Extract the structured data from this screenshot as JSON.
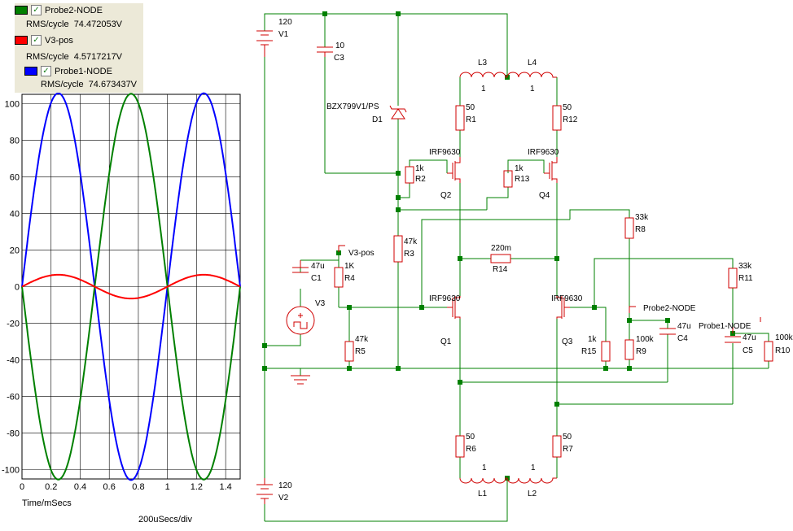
{
  "legend": {
    "entries": [
      {
        "name": "Probe2-NODE",
        "checked": true,
        "color": "#008000",
        "rms_label": "RMS/cycle",
        "rms_value": "74.472053V"
      },
      {
        "name": "V3-pos",
        "checked": true,
        "color": "#ff0000",
        "rms_label": "RMS/cycle",
        "rms_value": "4.5717217V"
      },
      {
        "name": "Probe1-NODE",
        "checked": true,
        "color": "#0000ff",
        "rms_label": "RMS/cycle",
        "rms_value": "74.673437V"
      }
    ]
  },
  "chart_data": {
    "type": "line",
    "xlabel": "Time/mSecs",
    "xscale_note": "200uSecs/div",
    "xlim": [
      0,
      1.5
    ],
    "ylim": [
      -105,
      105
    ],
    "x_ticks": [
      "0",
      "0.2",
      "0.4",
      "0.6",
      "0.8",
      "1",
      "1.2",
      "1.4"
    ],
    "y_ticks": [
      "100",
      "80",
      "60",
      "40",
      "20",
      "0",
      "-20",
      "-40",
      "-60",
      "-80",
      "-100"
    ],
    "grid": true,
    "series": [
      {
        "name": "Probe1-NODE",
        "color": "#0000ff",
        "shape": "sine",
        "amplitude": 105.6,
        "period_ms": 1.0,
        "phase": 0
      },
      {
        "name": "Probe2-NODE",
        "color": "#008000",
        "shape": "sine",
        "amplitude": -105.3,
        "period_ms": 1.0,
        "phase": 0
      },
      {
        "name": "V3-pos",
        "color": "#ff0000",
        "shape": "sine",
        "amplitude": 6.5,
        "period_ms": 1.0,
        "phase": 0
      }
    ]
  },
  "schematic": {
    "labels": {
      "v1_val": "120",
      "v1": "V1",
      "c3_val": "10",
      "c3": "C3",
      "d1_model": "BZX799V1/PS",
      "d1": "D1",
      "l3": "L3",
      "l3_val": "1",
      "l4": "L4",
      "l4_val": "1",
      "r1_val": "50",
      "r1": "R1",
      "r12_val": "50",
      "r12": "R12",
      "q2_model": "IRF9630",
      "q2": "Q2",
      "q4_model": "IRF9630",
      "q4": "Q4",
      "r2_val": "1k",
      "r2": "R2",
      "r13_val": "1k",
      "r13": "R13",
      "r3_val": "47k",
      "r3": "R3",
      "r8_val": "33k",
      "r8": "R8",
      "r14_val": "220m",
      "r14": "R14",
      "c1_val": "47u",
      "c1": "C1",
      "r4_val": "1K",
      "r4": "R4",
      "v3pos": "V3-pos",
      "v3": "V3",
      "q1_model": "IRF9630",
      "q1": "Q1",
      "q3_model": "IRF9630",
      "q3": "Q3",
      "r5_val": "47k",
      "r5": "R5",
      "r15_val": "1k",
      "r15": "R15",
      "probe2": "Probe2-NODE",
      "r9_val": "100k",
      "r9": "R9",
      "c4_val": "47u",
      "c4": "C4",
      "r11_val": "33k",
      "r11": "R11",
      "probe1": "Probe1-NODE",
      "c5_val": "47u",
      "c5": "C5",
      "r10_val": "100k",
      "r10": "R10",
      "r6_val": "50",
      "r6": "R6",
      "r7_val": "50",
      "r7": "R7",
      "l1_val": "1",
      "l1": "L1",
      "l2_val": "1",
      "l2": "L2",
      "v2_val": "120",
      "v2": "V2"
    }
  }
}
